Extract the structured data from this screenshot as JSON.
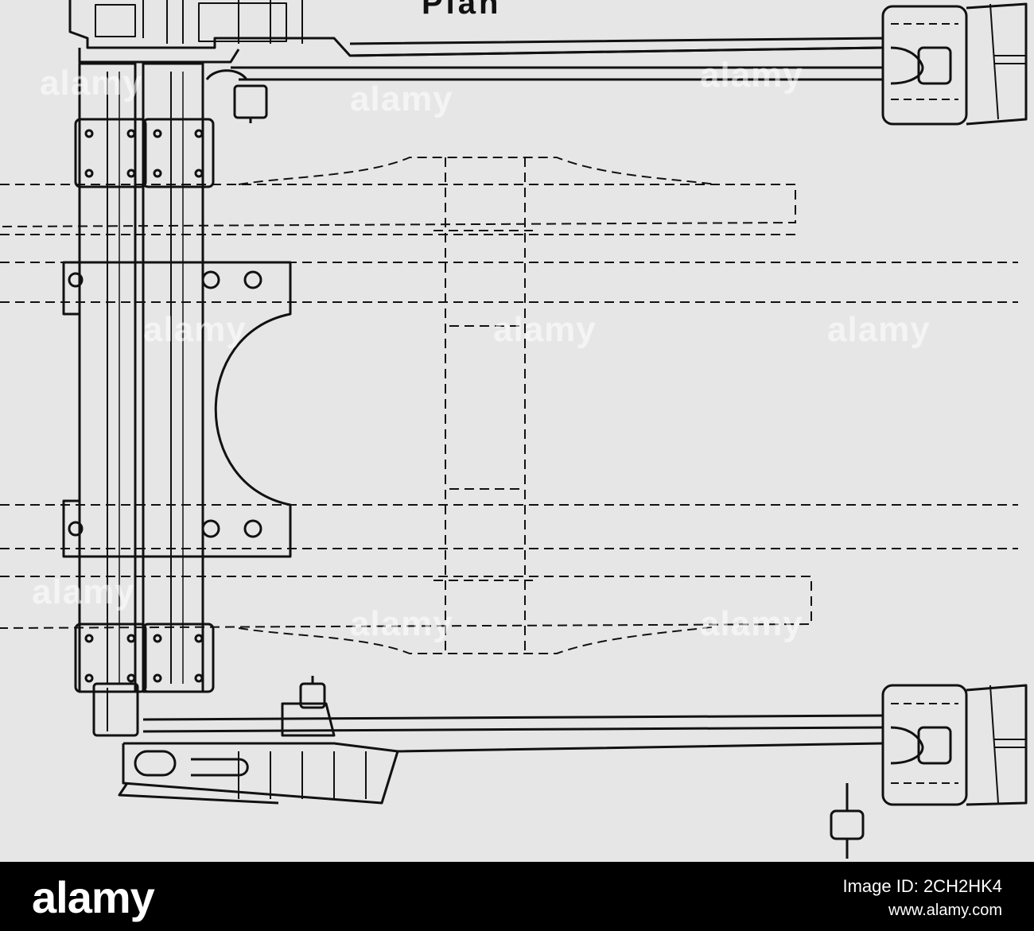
{
  "figure": {
    "caption_fragment": "Plan"
  },
  "watermark": {
    "text": "alamy"
  },
  "footer": {
    "brand": "alamy",
    "image_id": "Image ID: 2CH2HK4",
    "url": "www.alamy.com"
  },
  "colors": {
    "paper": "#e6e6e6",
    "ink": "#111111",
    "footer_bg": "#000000",
    "footer_text": "#ffffff"
  }
}
